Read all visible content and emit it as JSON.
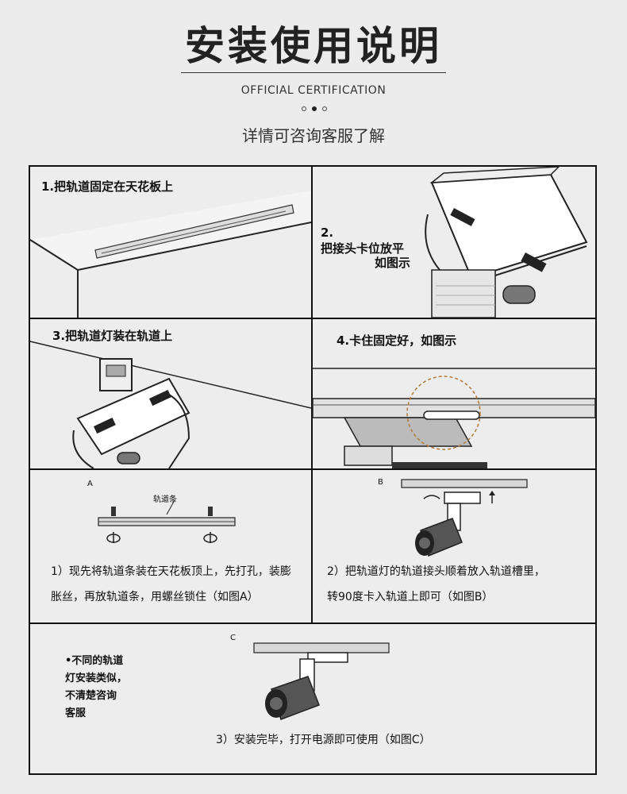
{
  "header": {
    "title": "安装使用说明",
    "subtitle": "OFFICIAL CERTIFICATION",
    "hint": "详情可咨询客服了解"
  },
  "steps": {
    "step1": "1.把轨道固定在天花板上",
    "step2_num": "2.",
    "step2_line1": "把接头卡位放平",
    "step2_line2": "如图示",
    "step3": "3.把轨道灯装在轨道上",
    "step4": "4.卡住固定好，如图示"
  },
  "figures": {
    "a_label": "A",
    "a_rail_label": "轨道条",
    "a_text_line1": "1）现先将轨道条装在天花板顶上，先打孔，装膨",
    "a_text_line2": "胀丝，再放轨道条，用螺丝锁住（如图A）",
    "b_label": "B",
    "b_text_line1": "2）把轨道灯的轨道接头顺着放入轨道槽里，",
    "b_text_line2": "转90度卡入轨道上即可（如图B）",
    "c_label": "C",
    "c_text": "3）安装完毕，打开电源即可使用（如图C）",
    "note_line1": "•不同的轨道",
    "note_line2": "灯安装类似，",
    "note_line3": "不清楚咨询",
    "note_line4": "客服"
  }
}
